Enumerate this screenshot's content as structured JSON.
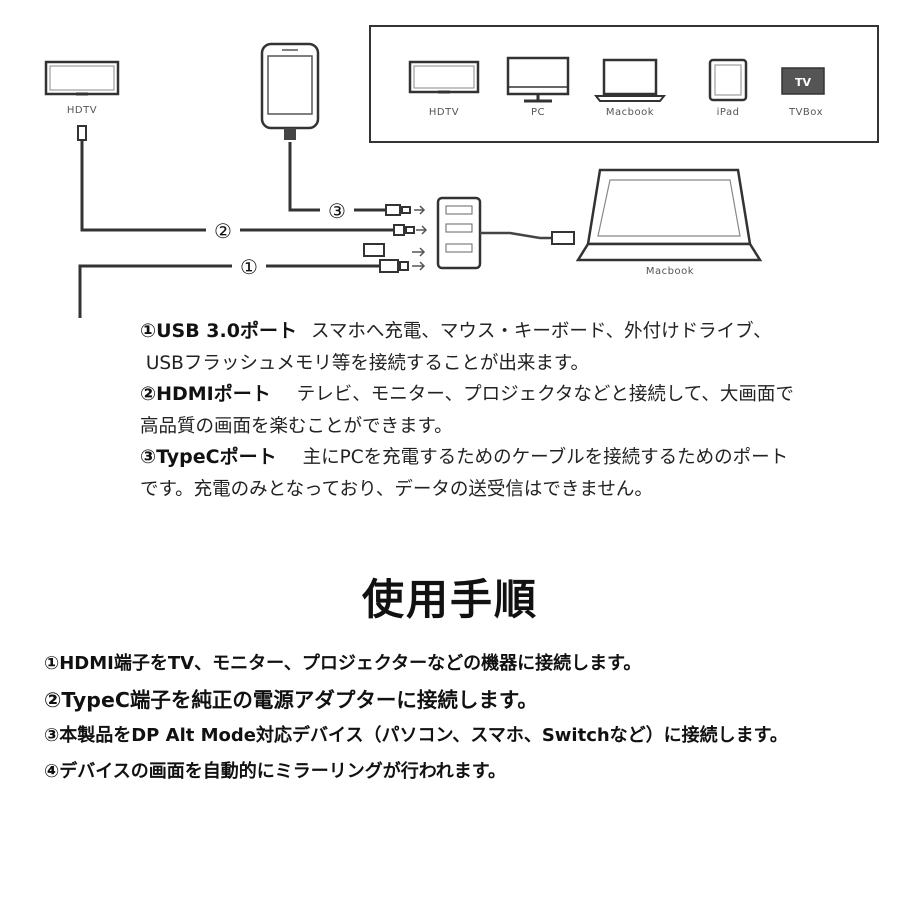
{
  "diagram": {
    "hdtv_left_label": "HDTV",
    "legend_devices": [
      "HDTV",
      "PC",
      "Macbook",
      "iPad",
      "TVBox"
    ],
    "tvbox_screen_text": "TV",
    "laptop_label": "Macbook",
    "port_numbers": [
      "③",
      "②",
      "①"
    ]
  },
  "ports": [
    {
      "title": "①USB 3.0ポート",
      "line1": "スマホへ充電、マウス・キーボード、外付けドライブ、",
      "line2": "USBフラッシュメモリ等を接続することが出来ます。"
    },
    {
      "title": "②HDMIポート",
      "line1": "テレビ、モニター、プロジェクタなどと接続して、大画面で",
      "line2": "高品質の画面を楽むことができます。"
    },
    {
      "title": "③TypeCポート",
      "line1": "主にPCを充電するためのケーブルを接続するためのポート",
      "line2": "です。充電のみとなっており、データの送受信はできません。"
    }
  ],
  "heading": "使用手順",
  "steps": [
    "①HDMI端子をTV、モニター、プロジェクターなどの機器に接続します。",
    "②TypeC端子を純正の電源アダプターに接続します。",
    "③本製品をDP Alt Mode対応デバイス（パソコン、スマホ、Switchなど）に接続します。",
    "④デバイスの画面を自動的にミラーリングが行われます。"
  ]
}
